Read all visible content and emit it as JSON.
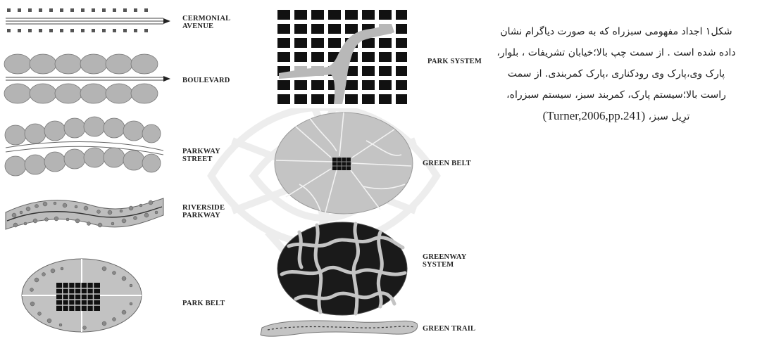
{
  "labels": {
    "ceremonial_avenue": [
      "CERMONIAL",
      "AVENUE"
    ],
    "boulevard": [
      "BOULEVARD"
    ],
    "parkway_street": [
      "PARKWAY",
      "STREET"
    ],
    "riverside_parkway": [
      "RIVERSIDE",
      "PARKWAY"
    ],
    "park_belt": [
      "PARK BELT"
    ],
    "park_system": [
      "PARK SYSTEM"
    ],
    "green_belt": [
      "GREEN BELT"
    ],
    "greenway_system": [
      "GREENWAY",
      "SYSTEM"
    ],
    "green_trail": [
      "GREEN TRAIL"
    ]
  },
  "caption": {
    "lines": [
      "شکل۱ اجداد مفهومی سبزراه که به صورت دیاگرام نشان",
      "داده شده است . از سمت چپ بالا؛خیابان تشریفات ، بلوار،",
      "پارک وی،پارک وی رودکناری ،پارک کمربندی. از سمت",
      "راست بالا؛سیستم پارک، کمربند سبز، سیستم سبزراه،",
      "(Turner,2006,pp.241) ،ترِیل سبز"
    ],
    "source": "(Turner,2006,pp.241)",
    "last_word": "ترِیل سبز،"
  }
}
